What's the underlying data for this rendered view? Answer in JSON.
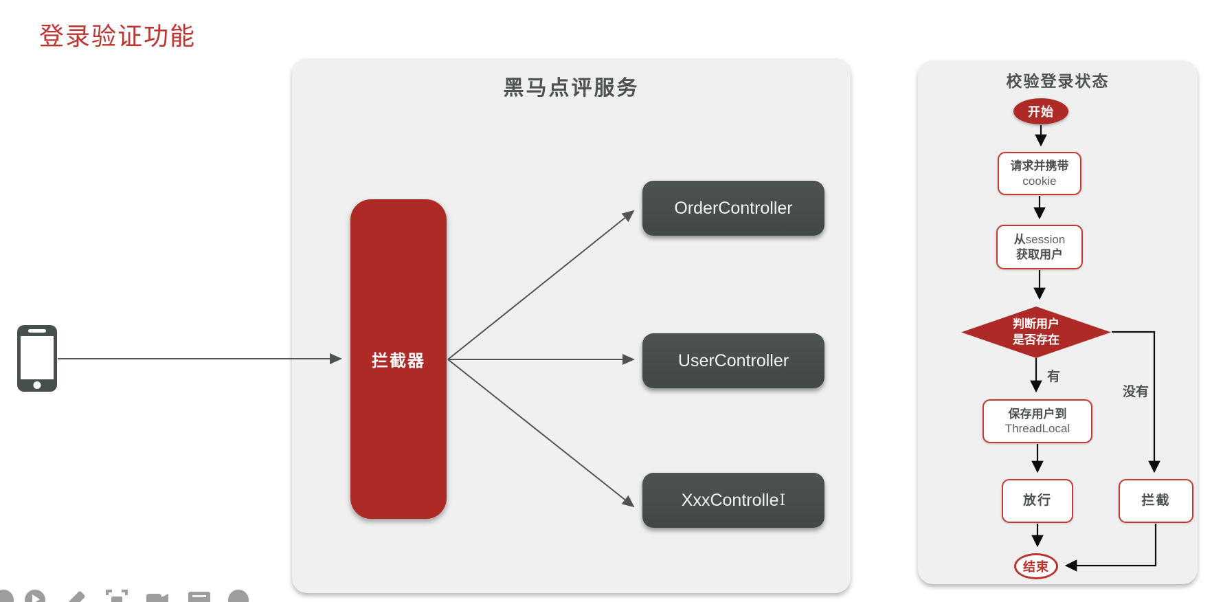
{
  "page": {
    "title": "登录验证功能"
  },
  "colors": {
    "accent_red": "#AE2A26",
    "border_red": "#C23B33",
    "dark_box": "#474F4D",
    "panel_gray": "#F0F0F0",
    "title_red": "#BE3430",
    "toolbar_gray": "#9D9D9D"
  },
  "service_panel": {
    "title": "黑马点评服务",
    "interceptor": {
      "label": "拦截器"
    },
    "controllers": [
      {
        "label": "OrderController"
      },
      {
        "label": "UserController"
      },
      {
        "label": "XxxControlle",
        "cursor": "I"
      }
    ]
  },
  "flow_panel": {
    "title": "校验登录状态",
    "nodes": {
      "start": "开始",
      "request": {
        "line1": "请求并携带",
        "line2": "cookie"
      },
      "session": {
        "line1_cn": "从",
        "line1_en": "session",
        "line2": "获取用户"
      },
      "decision": {
        "line1": "判断用户",
        "line2": "是否存在"
      },
      "save": {
        "line1": "保存用户到",
        "line2": "ThreadLocal"
      },
      "pass": "放行",
      "intercept": "拦截",
      "end": "结束"
    },
    "edges": {
      "yes_label": "有",
      "no_label": "没有"
    }
  },
  "toolbar": {
    "icons": [
      "record-icon",
      "play-icon",
      "pen-icon",
      "screenshot-icon",
      "camera-icon",
      "monitor-icon",
      "more-icon"
    ]
  }
}
